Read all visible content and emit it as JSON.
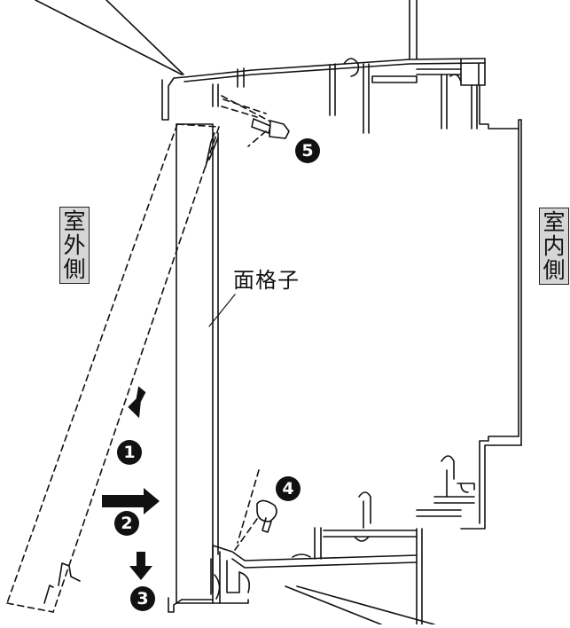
{
  "labels": {
    "outside": [
      "室",
      "外",
      "側"
    ],
    "inside": [
      "室",
      "内",
      "側"
    ],
    "part": "面格子"
  },
  "steps": [
    "1",
    "2",
    "3",
    "4",
    "5"
  ],
  "colors": {
    "line": "#111111",
    "label_bg": "#d6d6d6",
    "badge": "#111111"
  }
}
